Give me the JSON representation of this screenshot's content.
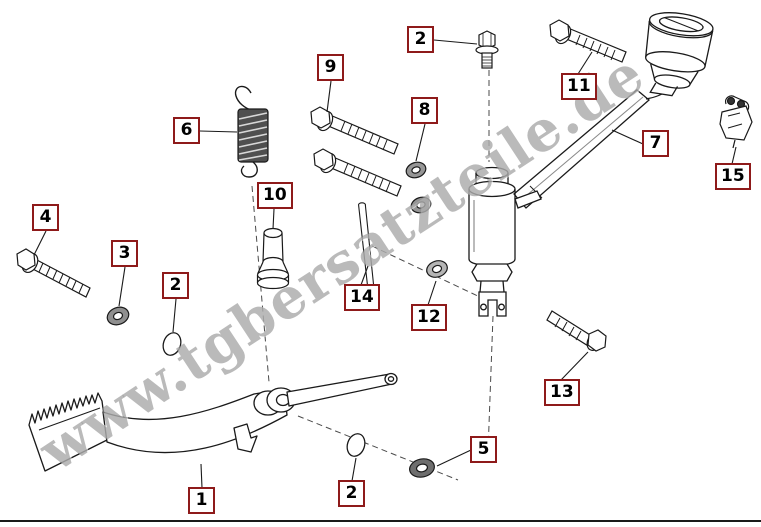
{
  "watermark": "www.tgbersatzteile.de",
  "callouts": [
    {
      "id": "2-top",
      "label": "2"
    },
    {
      "id": "9",
      "label": "9"
    },
    {
      "id": "11",
      "label": "11"
    },
    {
      "id": "6",
      "label": "6"
    },
    {
      "id": "8",
      "label": "8"
    },
    {
      "id": "7",
      "label": "7"
    },
    {
      "id": "15",
      "label": "15"
    },
    {
      "id": "10",
      "label": "10"
    },
    {
      "id": "4",
      "label": "4"
    },
    {
      "id": "3",
      "label": "3"
    },
    {
      "id": "2-left",
      "label": "2"
    },
    {
      "id": "14",
      "label": "14"
    },
    {
      "id": "12",
      "label": "12"
    },
    {
      "id": "13",
      "label": "13"
    },
    {
      "id": "5",
      "label": "5"
    },
    {
      "id": "2-bottom",
      "label": "2"
    },
    {
      "id": "1",
      "label": "1"
    }
  ],
  "colors": {
    "callout_border": "#8e1a1a",
    "watermark_gray": "#8f8f8f",
    "line_black": "#1a1a1a"
  }
}
